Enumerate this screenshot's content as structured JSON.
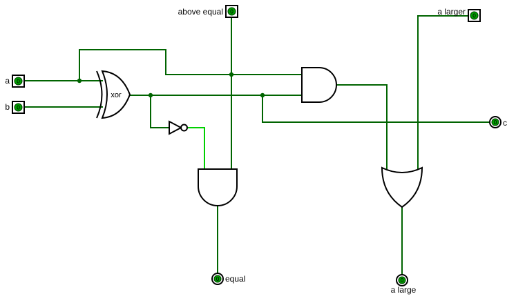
{
  "colors": {
    "background": "#ffffff",
    "wire_low": "#006400",
    "wire_high": "#00d000",
    "pin_fill": "#00a000",
    "gate_stroke": "#000000",
    "text": "#000000"
  },
  "pins": {
    "a": {
      "label": "a",
      "value": "0",
      "type": "input"
    },
    "b": {
      "label": "b",
      "value": "0",
      "type": "input"
    },
    "above_equal": {
      "label": "above equal",
      "value": "0",
      "type": "input"
    },
    "a_larger": {
      "label": "a larger",
      "value": "0",
      "type": "input"
    },
    "c": {
      "label": "c",
      "value": "0",
      "type": "output"
    },
    "equal": {
      "label": "equal",
      "value": "0",
      "type": "output"
    },
    "a_large": {
      "label": "a large",
      "value": "0",
      "type": "output"
    }
  },
  "gates": {
    "xor": {
      "label": "xor"
    }
  }
}
